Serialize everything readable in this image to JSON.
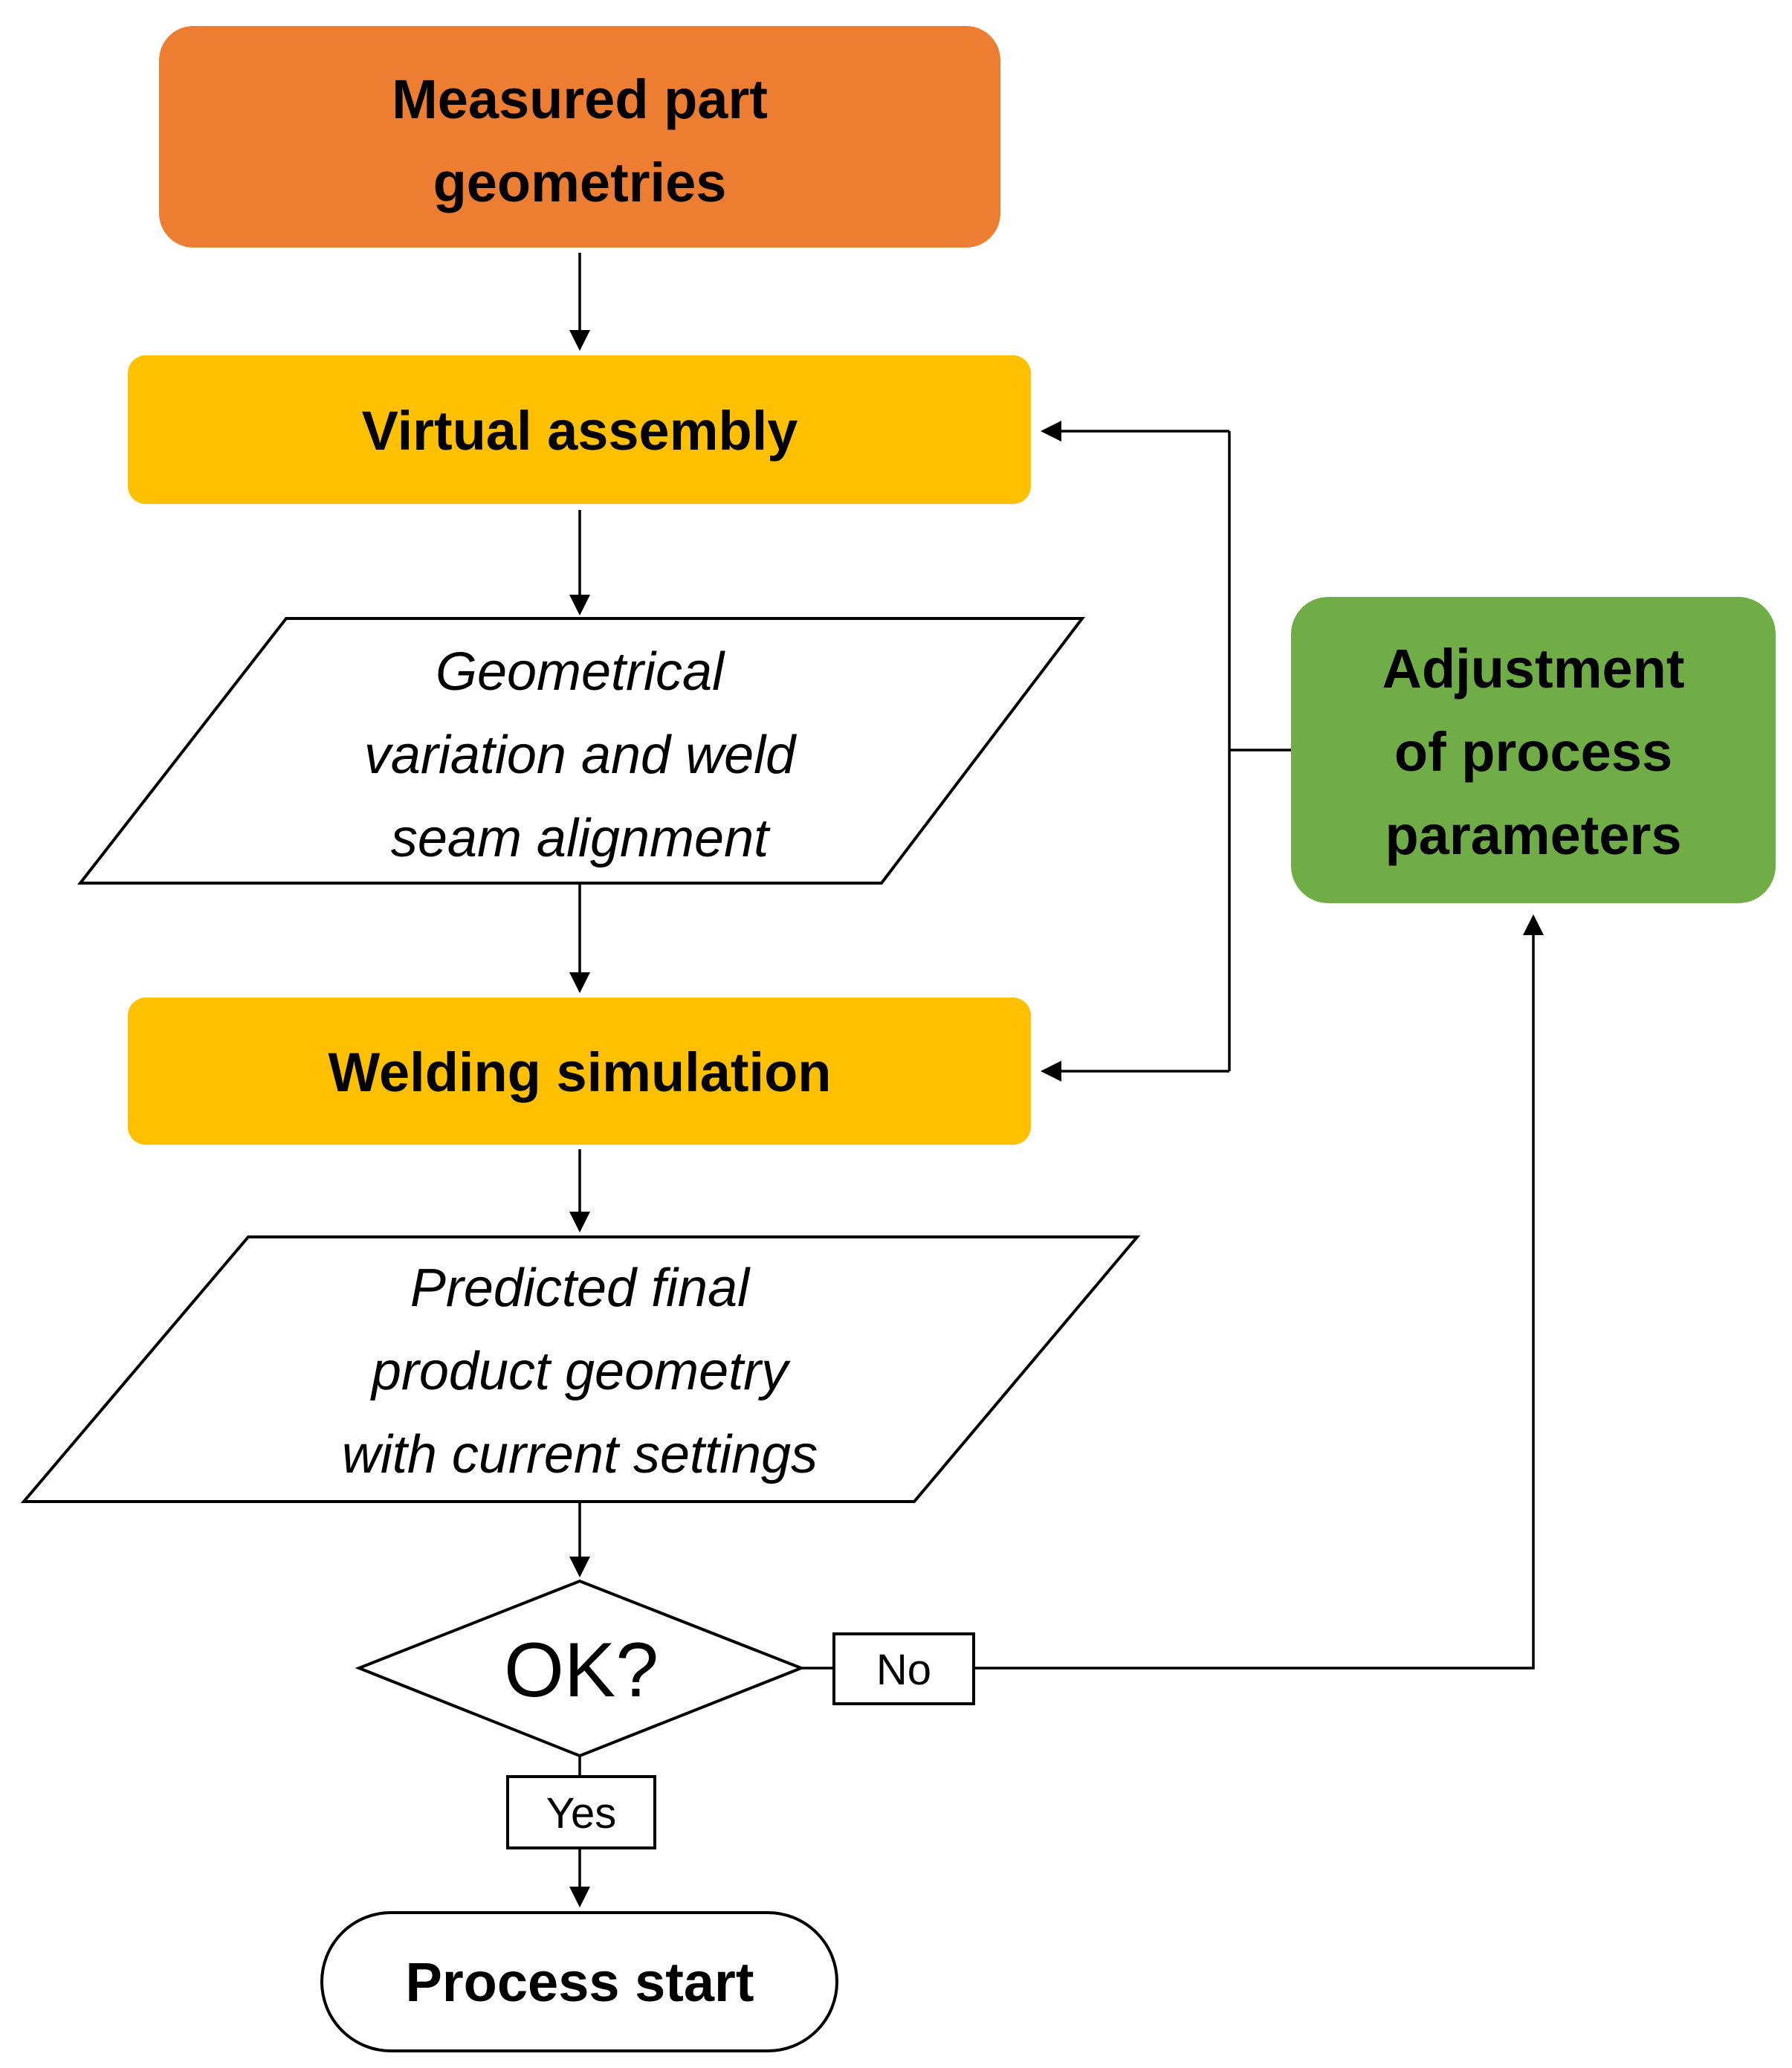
{
  "colors": {
    "orange": "#ED7D31",
    "yellow": "#FFC000",
    "green": "#70AD47",
    "line": "#000000",
    "background": "#FFFFFF"
  },
  "nodes": {
    "measured": {
      "line1": "Measured part",
      "line2": "geometries"
    },
    "virtual_assembly": {
      "label": "Virtual assembly"
    },
    "geometrical_variation": {
      "line1": "Geometrical",
      "line2": "variation and weld",
      "line3": "seam alignment"
    },
    "welding_simulation": {
      "label": "Welding simulation"
    },
    "predicted": {
      "line1": "Predicted final",
      "line2": "product geometry",
      "line3": "with current settings"
    },
    "ok_decision": {
      "label": "OK?"
    },
    "process_start": {
      "label": "Process start"
    },
    "adjustment": {
      "line1": "Adjustment",
      "line2": "of process",
      "line3": "parameters"
    }
  },
  "edge_labels": {
    "no": "No",
    "yes": "Yes"
  }
}
